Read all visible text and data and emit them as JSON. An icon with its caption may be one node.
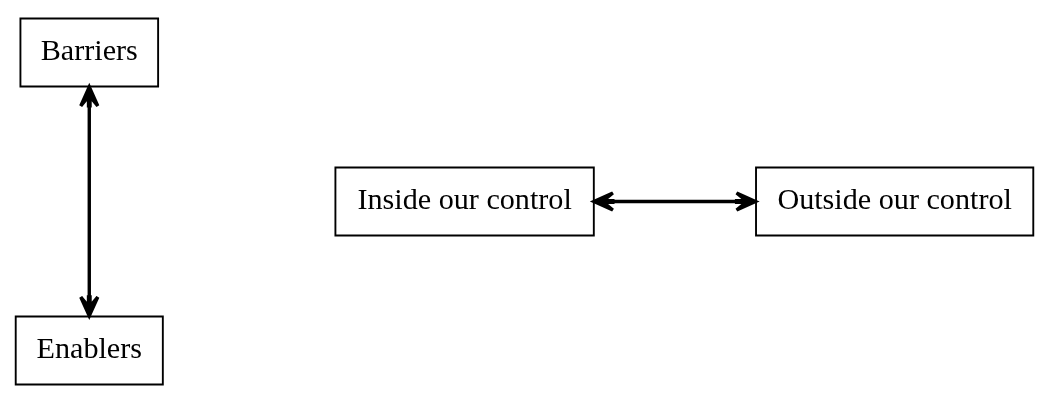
{
  "diagram": {
    "nodes": [
      {
        "text": [
          "Barriers"
        ]
      },
      {
        "text": [
          "Inside our control"
        ]
      },
      {
        "text": [
          "Outside our control"
        ]
      },
      {
        "text": [
          "Enablers"
        ]
      }
    ],
    "edges": [
      {
        "from": 0,
        "to": 3,
        "arrow": "both"
      },
      {
        "from": 1,
        "to": 2,
        "arrow": "both"
      }
    ]
  }
}
